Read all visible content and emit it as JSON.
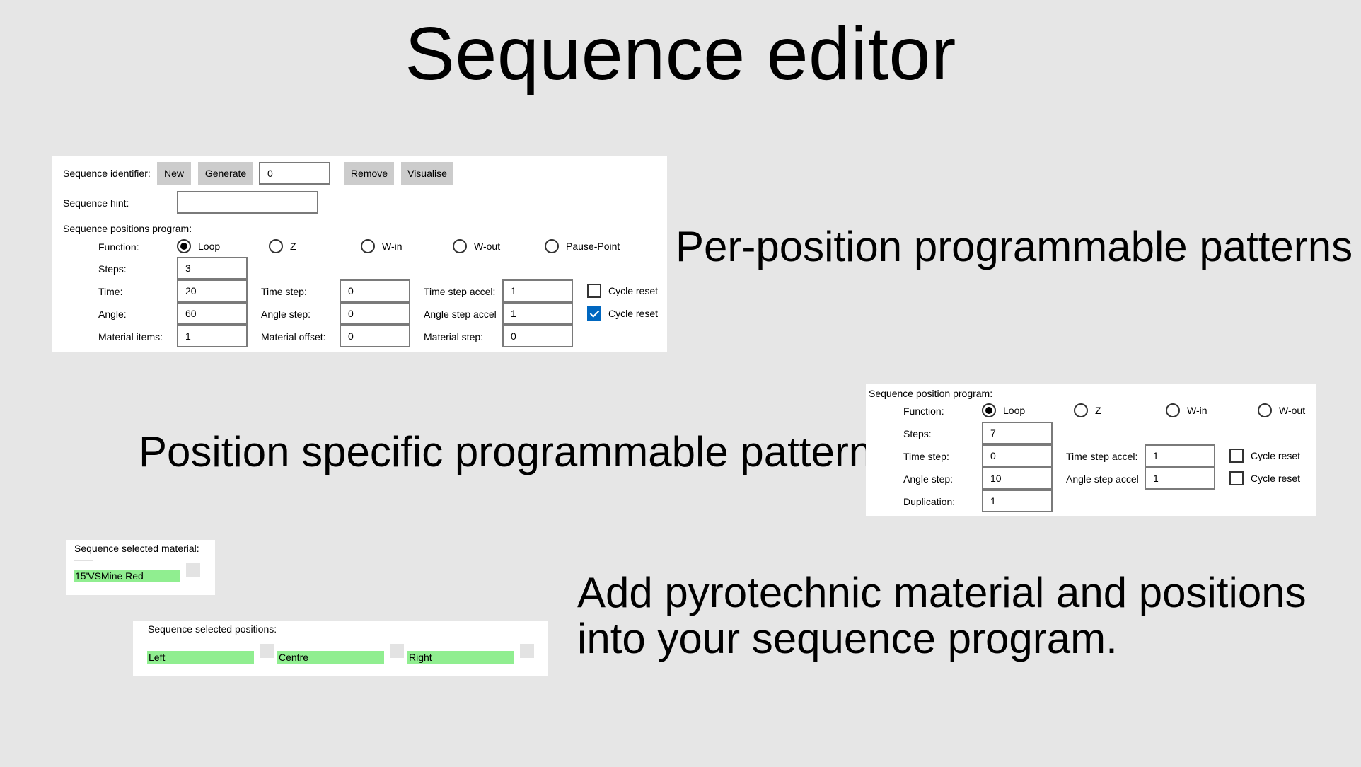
{
  "title": "Sequence editor",
  "captions": {
    "per_position": "Per-position programmable patterns",
    "position_specific": "Position specific programmable pattern",
    "add_material_line1": "Add pyrotechnic material and positions",
    "add_material_line2": "into your sequence program."
  },
  "editor": {
    "identifier_label": "Sequence identifier:",
    "new_button": "New",
    "generate_button": "Generate",
    "identifier_value": "0",
    "remove_button": "Remove",
    "visualise_button": "Visualise",
    "hint_label": "Sequence hint:",
    "hint_value": "",
    "program_label": "Sequence positions program:",
    "function_label": "Function:",
    "functions": [
      "Loop",
      "Z",
      "W-in",
      "W-out",
      "Pause-Point"
    ],
    "selected_function": "Loop",
    "steps_label": "Steps:",
    "steps_value": "3",
    "time_label": "Time:",
    "time_value": "20",
    "time_step_label": "Time step:",
    "time_step_value": "0",
    "time_step_accel_label": "Time step accel:",
    "time_step_accel_value": "1",
    "time_cycle_reset_label": "Cycle reset",
    "time_cycle_reset_checked": false,
    "angle_label": "Angle:",
    "angle_value": "60",
    "angle_step_label": "Angle step:",
    "angle_step_value": "0",
    "angle_step_accel_label": "Angle step accel",
    "angle_step_accel_value": "1",
    "angle_cycle_reset_label": "Cycle reset",
    "angle_cycle_reset_checked": true,
    "material_items_label": "Material items:",
    "material_items_value": "1",
    "material_offset_label": "Material offset:",
    "material_offset_value": "0",
    "material_step_label": "Material step:",
    "material_step_value": "0"
  },
  "position_program": {
    "program_label": "Sequence position program:",
    "function_label": "Function:",
    "functions": [
      "Loop",
      "Z",
      "W-in",
      "W-out"
    ],
    "selected_function": "Loop",
    "steps_label": "Steps:",
    "steps_value": "7",
    "time_step_label": "Time step:",
    "time_step_value": "0",
    "time_step_accel_label": "Time step accel:",
    "time_step_accel_value": "1",
    "time_cycle_reset_label": "Cycle reset",
    "time_cycle_reset_checked": false,
    "angle_step_label": "Angle step:",
    "angle_step_value": "10",
    "angle_step_accel_label": "Angle step accel",
    "angle_step_accel_value": "1",
    "angle_cycle_reset_label": "Cycle reset",
    "angle_cycle_reset_checked": false,
    "duplication_label": "Duplication:",
    "duplication_value": "1"
  },
  "selected_material": {
    "label": "Sequence selected material:",
    "items": [
      "15'VSMine Red"
    ]
  },
  "selected_positions": {
    "label": "Sequence selected positions:",
    "items": [
      "Left",
      "Centre",
      "Right"
    ]
  },
  "colors": {
    "background": "#e6e6e6",
    "panel": "#ffffff",
    "button": "#cccccc",
    "chip": "#90ee90",
    "accent": "#0067c0"
  }
}
